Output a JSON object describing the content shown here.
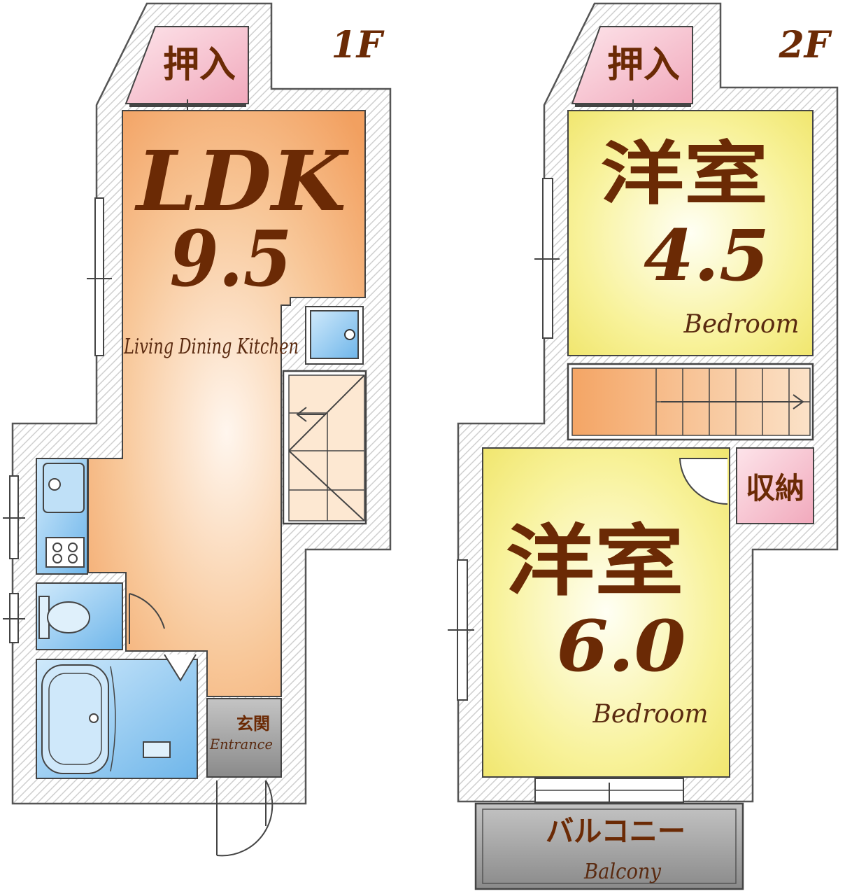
{
  "floor1": {
    "label": "1F",
    "closet": "押入",
    "ldk": {
      "title": "LDK",
      "size": "9.5",
      "subtitle": "Living Dining Kitchen"
    },
    "entrance": {
      "jp": "玄関",
      "en": "Entrance"
    }
  },
  "floor2": {
    "label": "2F",
    "closet": "押入",
    "bedroom_a": {
      "jp": "洋室",
      "size": "4.5",
      "en": "Bedroom"
    },
    "bedroom_b": {
      "jp": "洋室",
      "size": "6.0",
      "en": "Bedroom"
    },
    "storage": "収納",
    "balcony": {
      "jp": "バルコニー",
      "en": "Balcony"
    }
  },
  "colors": {
    "ldk": "#f4a060",
    "bedroom": "#f2ea70",
    "pink": "#f5bccb",
    "blue": "#8fc8f0",
    "gray": "#9a9a9a",
    "text": "#6b2a05"
  }
}
